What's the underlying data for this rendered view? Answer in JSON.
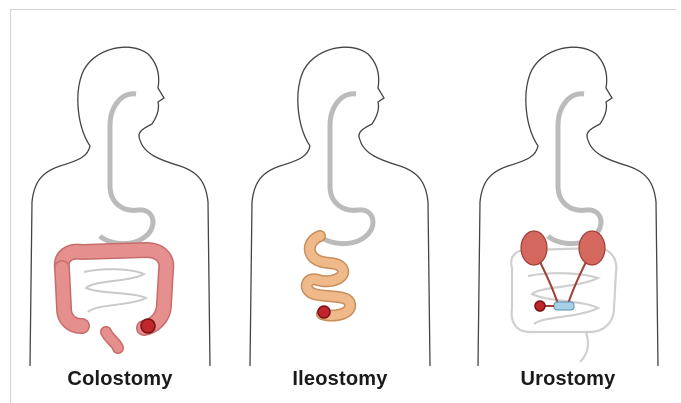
{
  "panels": [
    {
      "label": "Colostomy"
    },
    {
      "label": "Ileostomy"
    },
    {
      "label": "Urostomy"
    }
  ],
  "colors": {
    "outline": "#444444",
    "tract": "#bdbdbd",
    "colon": "#e58f8f",
    "colon_edge": "#c86b6b",
    "ileum": "#efb98a",
    "ileum_edge": "#c98d5c",
    "kidney": "#d4685f",
    "stoma": "#c0272d",
    "bladder": "#a8d0e6"
  }
}
